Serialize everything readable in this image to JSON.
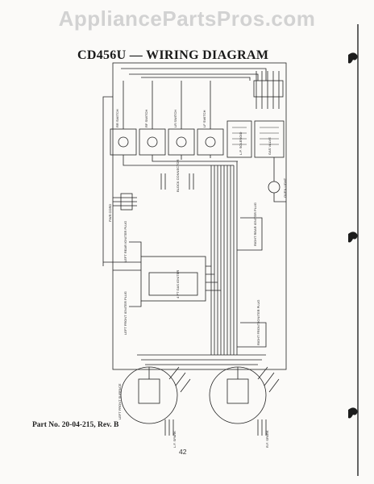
{
  "watermark": "AppliancePartsPros.com",
  "title": "CD456U — WIRING DIAGRAM",
  "footer": {
    "part_number": "Part No. 20-04-215, Rev. B",
    "page_number": "42"
  },
  "labels": {
    "switch_rr": "RR SWITCH",
    "switch_rf": "RF SWITCH",
    "switch_lr": "LR SWITCH",
    "switch_lf": "LF SWITCH",
    "lp_solenoid": "L.P. SOLENOID",
    "gas_valve": "GAS VALVE",
    "block_connector": "BLOCK CONNECTOR",
    "power_cord": "PWR CORD",
    "oven_light": "OVEN LIGHT",
    "oven_gas_igniter": "4 PT GAS IGNITER",
    "right_rear_igniter": "RIGHT REAR IGNITER PLUG",
    "left_rear_igniter": "LEFT REAR IGNITER PLUG",
    "left_front_igniter": "LEFT FRONT IGNITER PLUG",
    "right_front_igniter": "RIGHT FRONT IGNITER PLUG",
    "left_front_surface": "LEFT FRONT SURFACE",
    "left_front_spark": "L.F. SPARK",
    "right_front_spark": "R.F. SPARK"
  }
}
